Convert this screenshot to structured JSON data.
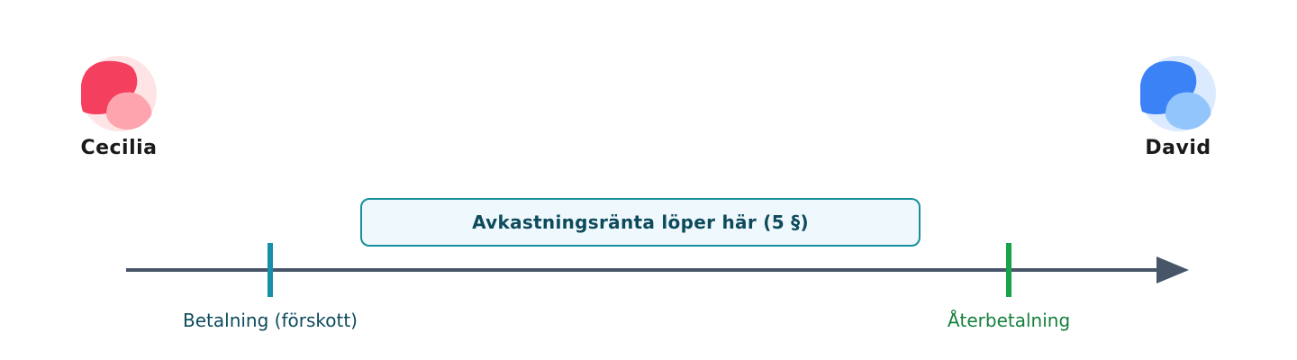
{
  "parties": {
    "left": {
      "name": "Cecilia",
      "color_dark": "#f43f5e",
      "color_light": "#fda4af",
      "color_bg": "#ffe4e6"
    },
    "right": {
      "name": "David",
      "color_dark": "#3b82f6",
      "color_light": "#93c5fd",
      "color_bg": "#dbeafe"
    }
  },
  "period": {
    "label": "Avkastningsränta löper här (5 §)",
    "border_color": "#178f9c",
    "fill_color": "#eff8fd"
  },
  "timeline": {
    "axis_color": "#475569",
    "start_marker": {
      "label": "Betalning (förskott)",
      "color": "#1590a8",
      "text_color": "#0d4b5c"
    },
    "end_marker": {
      "label": "Återbetalning",
      "color": "#16a34a",
      "text_color": "#15803d"
    }
  }
}
